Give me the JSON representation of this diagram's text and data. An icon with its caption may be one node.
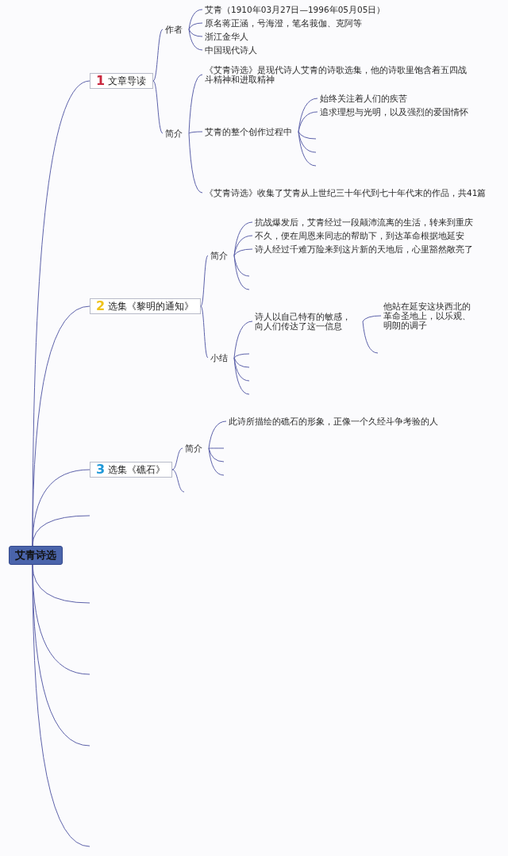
{
  "diagram": {
    "nodes": [
      {
        "text": [
          "艾青诗选"
        ]
      },
      {
        "text": [
          "1",
          "文章导读"
        ]
      },
      {
        "text": [
          "作者"
        ]
      },
      {
        "text": [
          "艾青（1910年03月27日—1996年05月05日）"
        ]
      },
      {
        "text": [
          "原名蒋正涵，号海澄，笔名莪伽、克阿等"
        ]
      },
      {
        "text": [
          "浙江金华人"
        ]
      },
      {
        "text": [
          "中国现代诗人"
        ]
      },
      {
        "text": [
          "简介"
        ]
      },
      {
        "text": [
          "《艾青诗选》是现代诗人艾青的诗歌选集，他的诗歌里饱含着五四战斗精神和进取精神"
        ]
      },
      {
        "text": [
          "艾青的整个创作过程中"
        ]
      },
      {
        "text": [
          "始终关注着人们的疾苦"
        ]
      },
      {
        "text": [
          "追求理想与光明，以及强烈的爱国情怀"
        ]
      },
      {
        "text": [
          "《艾青诗选》收集了艾青从上世纪三十年代到七十年代末的作品，共41篇"
        ]
      },
      {
        "text": [
          "2",
          "选集《黎明的通知》"
        ]
      },
      {
        "text": [
          "简介"
        ]
      },
      {
        "text": [
          "抗战爆发后，艾青经过一段颠沛流离的生活，转来到重庆"
        ]
      },
      {
        "text": [
          "不久，便在周恩来同志的帮助下，到达革命根据地延安"
        ]
      },
      {
        "text": [
          "诗人经过千难万险来到这片新的天地后，心里豁然敞亮了"
        ]
      },
      {
        "text": [
          "小结"
        ]
      },
      {
        "text": [
          "诗人以自己特有的敏感，向人们传达了这一信息"
        ]
      },
      {
        "text": [
          "他站在延安这块西北的革命圣地上，以乐观、明朗的调子"
        ]
      },
      {
        "text": [
          "3",
          "选集《礁石》"
        ]
      },
      {
        "text": [
          "简介"
        ]
      },
      {
        "text": [
          "此诗所描绘的礁石的形象，正像一个久经斗争考验的人"
        ]
      }
    ],
    "edges": [
      {
        "from": 0,
        "to": 1,
        "arrow": "none"
      },
      {
        "from": 0,
        "to": 13,
        "arrow": "none"
      },
      {
        "from": 0,
        "to": 21,
        "arrow": "none"
      },
      {
        "from": 0,
        "to": null,
        "arrow": "none"
      },
      {
        "from": 0,
        "to": null,
        "arrow": "none"
      },
      {
        "from": 0,
        "to": null,
        "arrow": "none"
      },
      {
        "from": 0,
        "to": null,
        "arrow": "none"
      },
      {
        "from": 0,
        "to": null,
        "arrow": "none"
      },
      {
        "from": 1,
        "to": 2,
        "arrow": "none"
      },
      {
        "from": 1,
        "to": 7,
        "arrow": "none"
      },
      {
        "from": 2,
        "to": 3,
        "arrow": "none"
      },
      {
        "from": 2,
        "to": 4,
        "arrow": "none"
      },
      {
        "from": 2,
        "to": 5,
        "arrow": "none"
      },
      {
        "from": 2,
        "to": 6,
        "arrow": "none"
      },
      {
        "from": 7,
        "to": 8,
        "arrow": "none"
      },
      {
        "from": 7,
        "to": 9,
        "arrow": "none"
      },
      {
        "from": 7,
        "to": 12,
        "arrow": "none"
      },
      {
        "from": 9,
        "to": 10,
        "arrow": "none"
      },
      {
        "from": 9,
        "to": 11,
        "arrow": "none"
      },
      {
        "from": 9,
        "to": null,
        "arrow": "none"
      },
      {
        "from": 9,
        "to": null,
        "arrow": "none"
      },
      {
        "from": 9,
        "to": null,
        "arrow": "none"
      },
      {
        "from": 13,
        "to": 14,
        "arrow": "none"
      },
      {
        "from": 13,
        "to": 18,
        "arrow": "none"
      },
      {
        "from": 14,
        "to": 15,
        "arrow": "none"
      },
      {
        "from": 14,
        "to": 16,
        "arrow": "none"
      },
      {
        "from": 14,
        "to": 17,
        "arrow": "none"
      },
      {
        "from": 14,
        "to": null,
        "arrow": "none"
      },
      {
        "from": 14,
        "to": null,
        "arrow": "none"
      },
      {
        "from": 18,
        "to": 19,
        "arrow": "none"
      },
      {
        "from": 18,
        "to": null,
        "arrow": "none"
      },
      {
        "from": 18,
        "to": null,
        "arrow": "none"
      },
      {
        "from": 18,
        "to": null,
        "arrow": "none"
      },
      {
        "from": 18,
        "to": null,
        "arrow": "none"
      },
      {
        "from": 19,
        "to": 20,
        "arrow": "none"
      },
      {
        "from": 19,
        "to": null,
        "arrow": "none"
      },
      {
        "from": 21,
        "to": 22,
        "arrow": "none"
      },
      {
        "from": 21,
        "to": null,
        "arrow": "none"
      },
      {
        "from": 22,
        "to": 23,
        "arrow": "none"
      },
      {
        "from": 22,
        "to": null,
        "arrow": "none"
      },
      {
        "from": 22,
        "to": null,
        "arrow": "none"
      },
      {
        "from": 22,
        "to": null,
        "arrow": "none"
      }
    ]
  }
}
